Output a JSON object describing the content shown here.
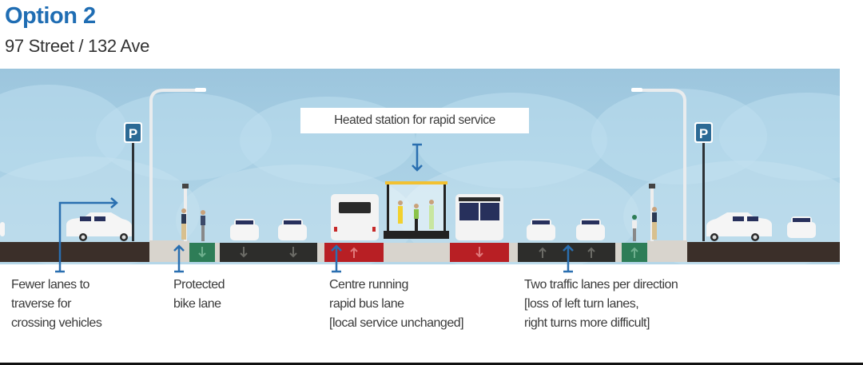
{
  "header": {
    "title": "Option 2",
    "subtitle": "97 Street / 132 Ave"
  },
  "callout": {
    "text": "Heated station for rapid service"
  },
  "annotations": [
    {
      "id": "fewer-lanes",
      "lines": [
        "Fewer lanes to",
        "traverse for",
        "crossing vehicles"
      ]
    },
    {
      "id": "bike-lane",
      "lines": [
        "Protected",
        "bike lane"
      ]
    },
    {
      "id": "bus-lane",
      "lines": [
        "Centre running",
        "rapid bus lane",
        "[local service unchanged]"
      ]
    },
    {
      "id": "traffic-lanes",
      "lines": [
        "Two traffic lanes per direction",
        "[loss of left turn lanes,",
        "right turns more difficult]"
      ]
    }
  ],
  "signs": {
    "parking_letter": "P"
  },
  "colors": {
    "title": "#1f6db3",
    "sky": "#a7cfe4",
    "parking_lane": "#3b2f29",
    "traffic_lane": "#2d2d2b",
    "bike_lane": "#2e7d57",
    "bus_lane": "#b81f24",
    "sidewalk": "#d8d4cd",
    "arrow": "#2a6fb0"
  }
}
